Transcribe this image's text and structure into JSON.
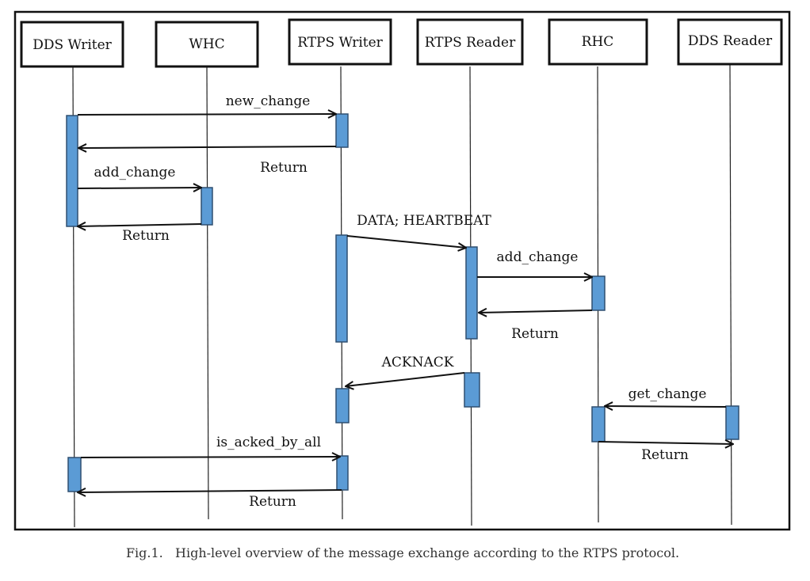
{
  "participants": [
    {
      "id": "dds_writer",
      "label": "DDS Writer"
    },
    {
      "id": "whc",
      "label": "WHC"
    },
    {
      "id": "rtps_writer",
      "label": "RTPS Writer"
    },
    {
      "id": "rtps_reader",
      "label": "RTPS Reader"
    },
    {
      "id": "rhc",
      "label": "RHC"
    },
    {
      "id": "dds_reader",
      "label": "DDS Reader"
    }
  ],
  "messages": [
    {
      "id": "m1",
      "from": "dds_writer",
      "to": "rtps_writer",
      "label": "new_change"
    },
    {
      "id": "m2",
      "from": "rtps_writer",
      "to": "dds_writer",
      "label": "Return"
    },
    {
      "id": "m3",
      "from": "dds_writer",
      "to": "whc",
      "label": "add_change"
    },
    {
      "id": "m4",
      "from": "whc",
      "to": "dds_writer",
      "label": "Return"
    },
    {
      "id": "m5",
      "from": "rtps_writer",
      "to": "rtps_reader",
      "label": "DATA; HEARTBEAT"
    },
    {
      "id": "m6",
      "from": "rtps_reader",
      "to": "rhc",
      "label": "add_change"
    },
    {
      "id": "m7",
      "from": "rhc",
      "to": "rtps_reader",
      "label": "Return"
    },
    {
      "id": "m8",
      "from": "rtps_reader",
      "to": "rtps_writer",
      "label": "ACKNACK"
    },
    {
      "id": "m9",
      "from": "dds_reader",
      "to": "rhc",
      "label": "get_change"
    },
    {
      "id": "m10",
      "from": "rhc",
      "to": "dds_reader",
      "label": "Return"
    },
    {
      "id": "m11",
      "from": "dds_writer",
      "to": "rtps_writer",
      "label": "is_acked_by_all"
    },
    {
      "id": "m12",
      "from": "rtps_writer",
      "to": "dds_writer",
      "label": "Return"
    }
  ],
  "caption": "Fig.1.   High-level overview of the message exchange according to the RTPS protocol.",
  "colors": {
    "activation": "#5b9bd5",
    "activation_border": "#2f4f70",
    "line": "#111111"
  }
}
